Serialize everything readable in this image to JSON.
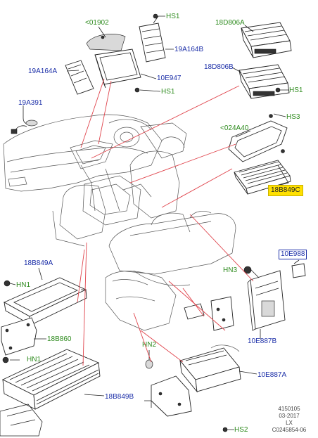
{
  "colors": {
    "green": "#2e8b1e",
    "blue": "#1c2fa8",
    "red": "#e0444c",
    "highlight": "#ffe000"
  },
  "labels": {
    "p01902": "<01902",
    "hs1_a": "HS1",
    "p19a164b": "19A164B",
    "p19a164a": "19A164A",
    "p10e947": "10E947",
    "hs1_b": "HS1",
    "p18d806a": "18D806A",
    "p18d806b": "18D806B",
    "hs1_c": "HS1",
    "p19a391": "19A391",
    "hs3": "HS3",
    "p024a40": "<024A40",
    "p18b849c": "18B849C",
    "p10e988": "10E988",
    "hn3": "HN3",
    "p18b849a": "18B849A",
    "hn1_a": "HN1",
    "p18b860": "18B860",
    "hn1_b": "HN1",
    "p18b849b": "18B849B",
    "hn2": "HN2",
    "p10e887b": "10E887B",
    "p10e887a": "10E887A",
    "hs2": "HS2"
  },
  "footer": {
    "line1": "4150105",
    "line2": "03-2017",
    "line3": "LX",
    "line4": "C0245854-06"
  }
}
